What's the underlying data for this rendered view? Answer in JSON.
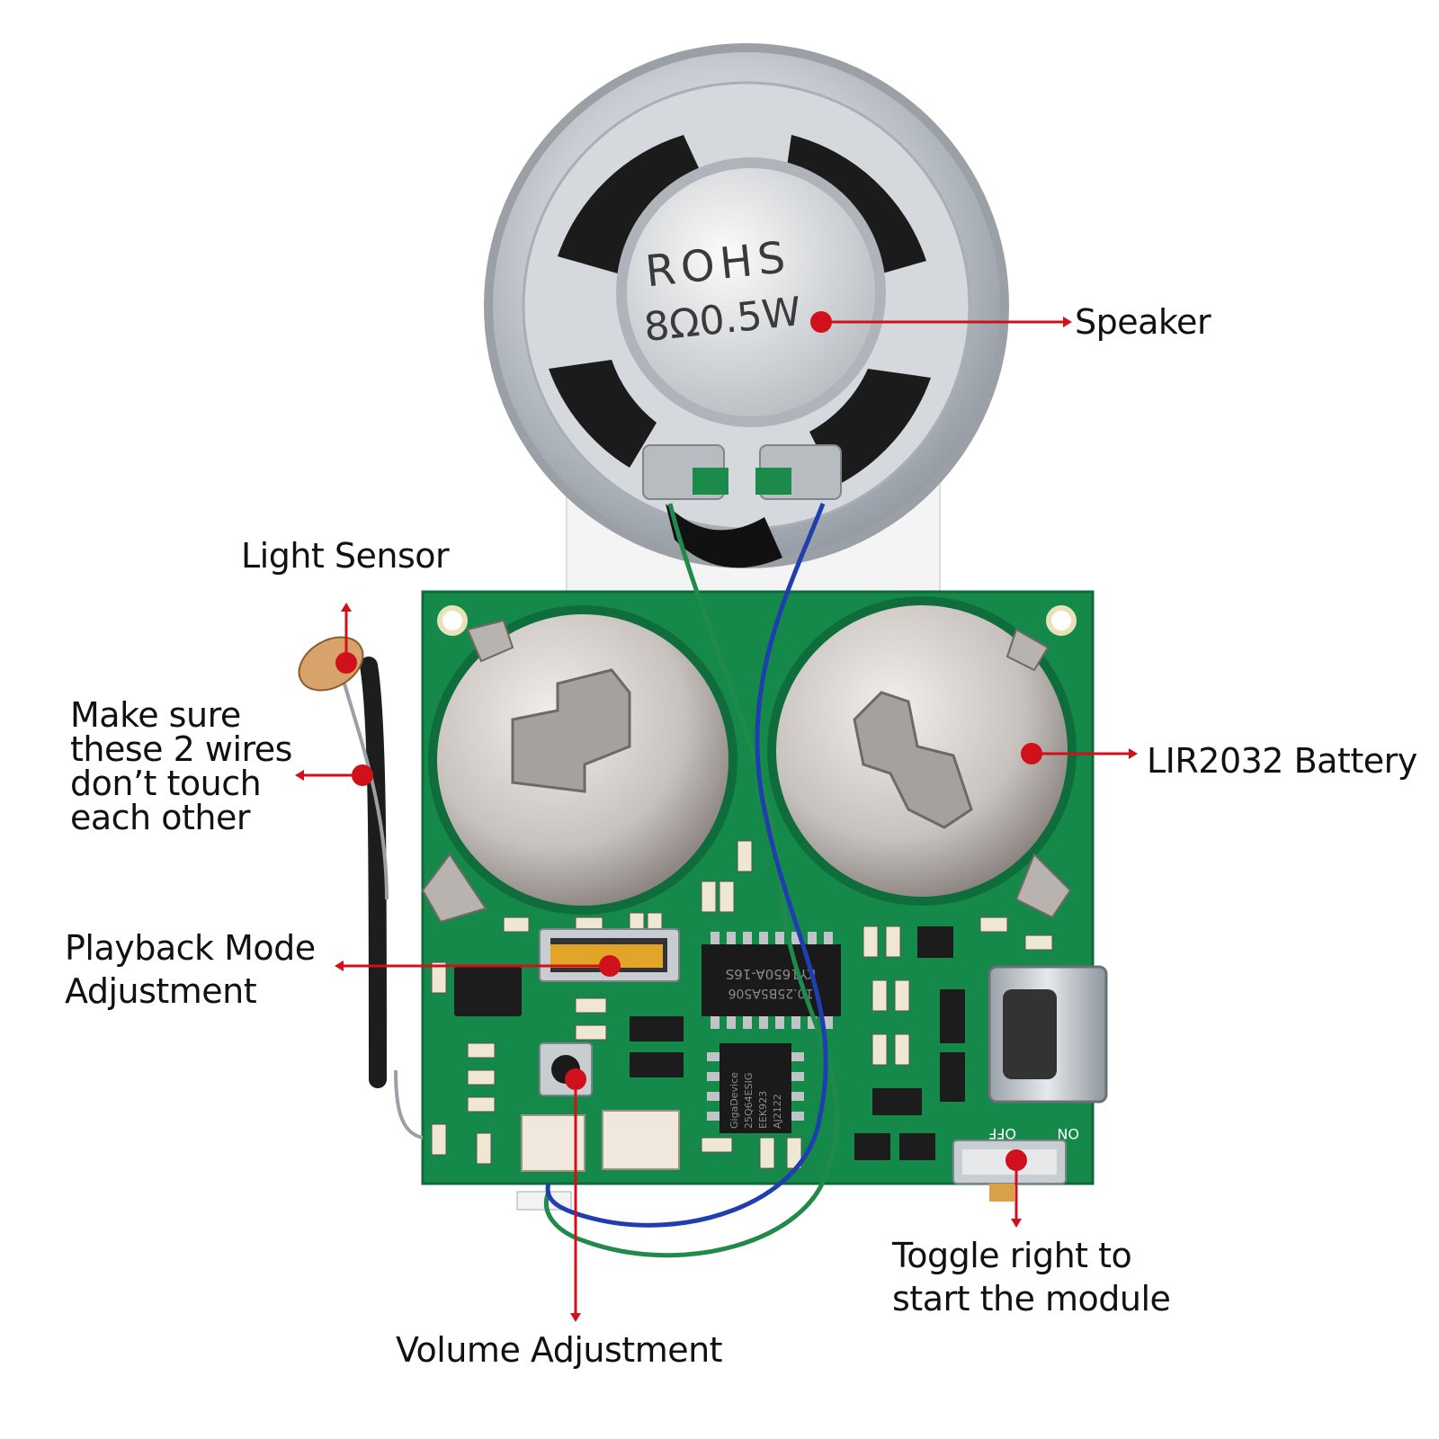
{
  "callouts": {
    "speaker": "Speaker",
    "light_sensor": "Light Sensor",
    "wires_warning": [
      "Make sure",
      "these 2 wires",
      "don’t touch",
      "each other"
    ],
    "battery": "LIR2032 Battery",
    "playback_mode": [
      "Playback Mode",
      "Adjustment"
    ],
    "power_toggle": [
      "Toggle right to",
      "start the module"
    ],
    "volume": "Volume Adjustment"
  },
  "speaker_markings": {
    "brand": "ROHS",
    "rating": "8Ω0.5W"
  },
  "board_markings": {
    "main_chip": "KY1650A-16S",
    "main_chip_code": "10.25B5A506",
    "flash_brand": "GigaDevice",
    "flash_part": "25Q64ESIG",
    "flash_code": "EEK923",
    "flash_lot": "AJ2122",
    "switch_on": "ON",
    "switch_off": "OFF"
  },
  "colors": {
    "annotation": "#d0101a",
    "pcb": "#15894a",
    "wire_green": "#1f8a4a",
    "wire_blue": "#1f3fb0"
  }
}
